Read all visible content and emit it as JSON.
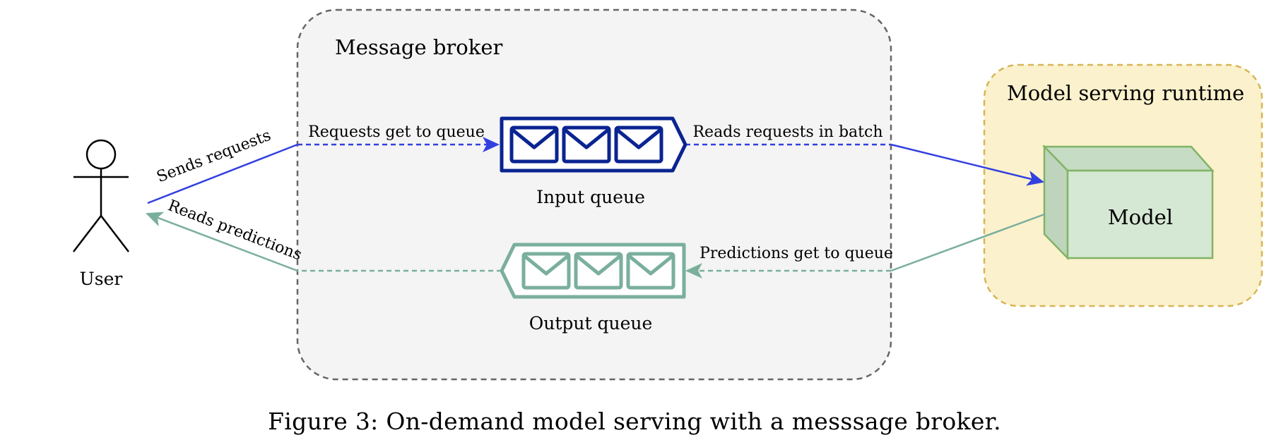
{
  "broker": {
    "title": "Message broker"
  },
  "runtime": {
    "title": "Model serving runtime"
  },
  "model": {
    "label": "Model"
  },
  "user": {
    "label": "User"
  },
  "queues": {
    "input": {
      "label": "Input queue"
    },
    "output": {
      "label": "Output queue"
    }
  },
  "edges": {
    "sends_requests": "Sends requests",
    "reads_predictions": "Reads predictions",
    "requests_get_to_queue": "Requests get to queue",
    "reads_requests_in_batch": "Reads requests in batch",
    "predictions_get_to_queue": "Predictions get to queue"
  },
  "caption": "Figure 3: On-demand model serving with a messsage broker.",
  "colors": {
    "request_flow": "#3340e0",
    "prediction_flow": "#7aaf9c",
    "input_queue": "#0a2491",
    "output_queue": "#7aaf9c",
    "broker_fill": "#f4f4f4",
    "broker_border": "#666666",
    "runtime_fill": "#fbf1cc",
    "runtime_border": "#d6b656",
    "model_fill": "#d5e8d4",
    "model_border": "#82b366"
  }
}
